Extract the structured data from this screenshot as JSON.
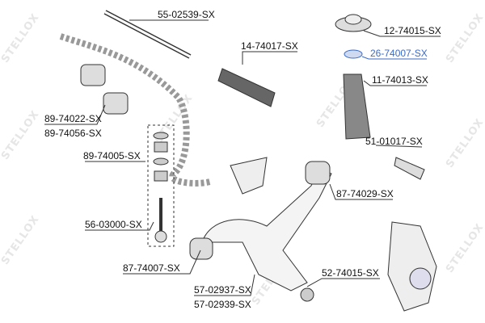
{
  "watermark": "STELLOX",
  "highlight_color": "#3a6bc6",
  "parts": [
    {
      "id": "tie-rod",
      "label": "55-02539-SX"
    },
    {
      "id": "strut-mount",
      "label": "12-74015-SX"
    },
    {
      "id": "bearing",
      "label": "26-74007-SX",
      "highlighted": true
    },
    {
      "id": "steering-boot",
      "label": "14-74017-SX"
    },
    {
      "id": "shock-boot",
      "label": "11-74013-SX"
    },
    {
      "id": "stabilizer-bushing-1",
      "label": "89-74022-SX"
    },
    {
      "id": "stabilizer-bushing-2",
      "label": "89-74056-SX"
    },
    {
      "id": "tie-rod-end",
      "label": "51-01017-SX"
    },
    {
      "id": "link-bushing",
      "label": "89-74005-SX"
    },
    {
      "id": "arm-bushing-rear",
      "label": "87-74029-SX"
    },
    {
      "id": "stabilizer-link",
      "label": "56-03000-SX"
    },
    {
      "id": "arm-bushing-front",
      "label": "87-74007-SX"
    },
    {
      "id": "ball-joint",
      "label": "52-74015-SX"
    },
    {
      "id": "control-arm-1",
      "label": "57-02937-SX"
    },
    {
      "id": "control-arm-2",
      "label": "57-02939-SX"
    }
  ]
}
